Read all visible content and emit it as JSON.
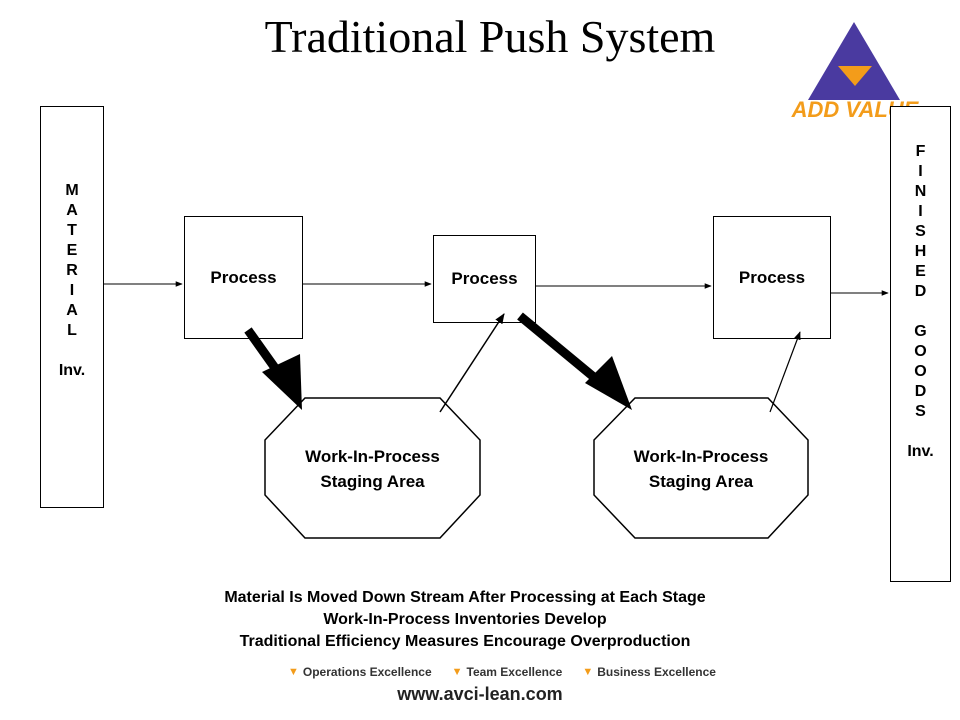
{
  "title": "Traditional Push System",
  "logo_text": "ADD VALUE",
  "material": {
    "label": "M\nA\nT\nE\nR\nI\nA\nL\n\nInv."
  },
  "finished": {
    "label": "F\nI\nN\nI\nS\nH\nE\nD\n\nG\nO\nO\nD\nS\n\nInv."
  },
  "processes": [
    "Process",
    "Process",
    "Process"
  ],
  "wip": [
    "Work-In-Process\nStaging Area",
    "Work-In-Process\nStaging Area"
  ],
  "caption": [
    "Material Is Moved Down Stream After Processing at Each Stage",
    "Work-In-Process Inventories Develop",
    "Traditional Efficiency Measures Encourage Overproduction"
  ],
  "footer": [
    "Operations Excellence",
    "Team Excellence",
    "Business Excellence"
  ],
  "url": "www.avci-lean.com",
  "colors": {
    "logo_blue": "#4a3aa0",
    "logo_orange": "#f39c1a"
  }
}
